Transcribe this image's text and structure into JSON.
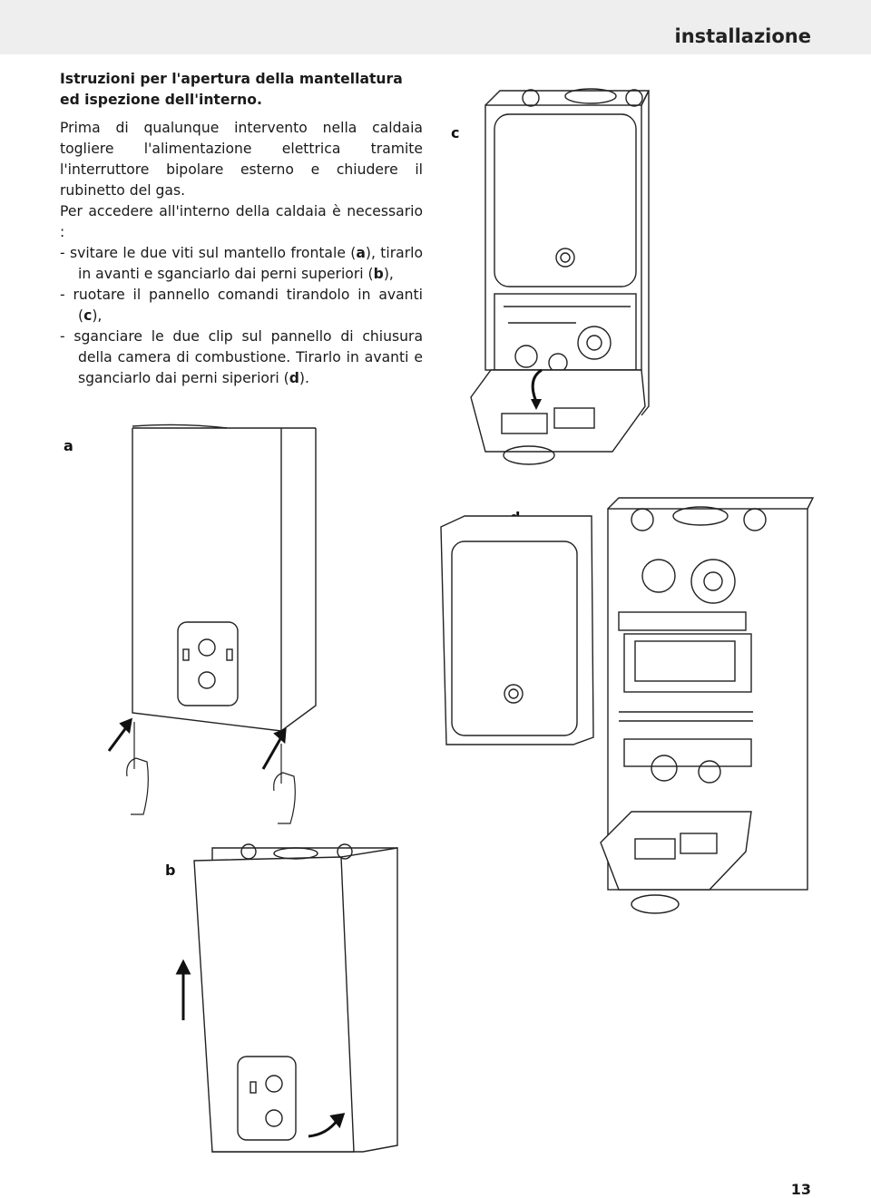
{
  "header": {
    "section_title": "installazione"
  },
  "instructions": {
    "heading_line1": "Istruzioni per l'apertura della mantellatura",
    "heading_line2": "ed ispezione dell'interno.",
    "para1": "Prima di qualunque intervento nella caldaia togliere l'alimentazione elettrica tramite l'interruttore bipolare esterno e chiudere il rubinetto del gas.",
    "para2": "Per accedere all'interno della caldaia è necessario :",
    "steps": [
      {
        "prefix": "- svitare le due viti sul mantello frontale (",
        "ref": "a",
        "suffix": "), tirarlo in avanti e sganciarlo dai perni superiori (",
        "ref2": "b",
        "suffix2": "),"
      },
      {
        "prefix": "- ruotare il pannello comandi tirandolo in avanti (",
        "ref": "c",
        "suffix": "),"
      },
      {
        "prefix": "- sganciare le due clip sul pannello di chiusura della camera di combustione. Tirarlo in avanti e sganciarlo dai perni siperiori (",
        "ref": "d",
        "suffix": ")."
      }
    ]
  },
  "figures": {
    "a": "a",
    "b": "b",
    "c": "c",
    "d": "d"
  },
  "footer": {
    "page_number": "13"
  }
}
